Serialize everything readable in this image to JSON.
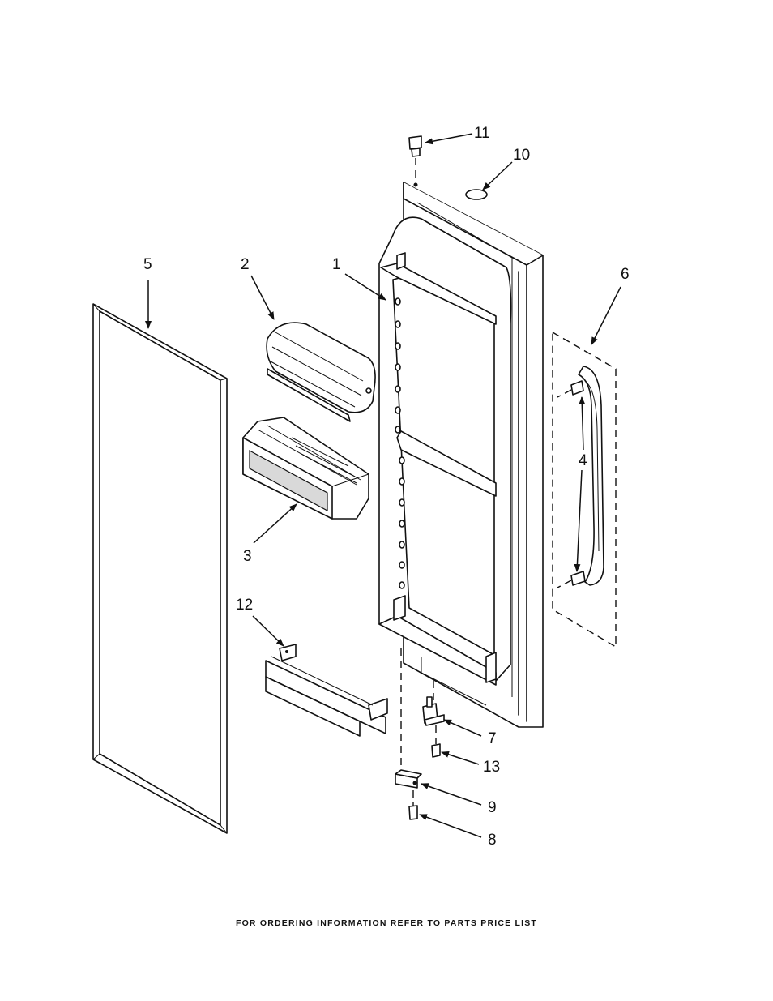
{
  "callouts": [
    {
      "id": "c11",
      "label": "11"
    },
    {
      "id": "c10",
      "label": "10"
    },
    {
      "id": "c5",
      "label": "5"
    },
    {
      "id": "c2",
      "label": "2"
    },
    {
      "id": "c1",
      "label": "1"
    },
    {
      "id": "c6",
      "label": "6"
    },
    {
      "id": "c4",
      "label": "4"
    },
    {
      "id": "c3",
      "label": "3"
    },
    {
      "id": "c12",
      "label": "12"
    },
    {
      "id": "c7",
      "label": "7"
    },
    {
      "id": "c13",
      "label": "13"
    },
    {
      "id": "c9",
      "label": "9"
    },
    {
      "id": "c8",
      "label": "8"
    }
  ],
  "footer": "FOR ORDERING INFORMATION REFER TO PARTS PRICE LIST",
  "colors": {
    "ink": "#111111",
    "paper": "#ffffff",
    "shade": "#d9d9d9"
  }
}
